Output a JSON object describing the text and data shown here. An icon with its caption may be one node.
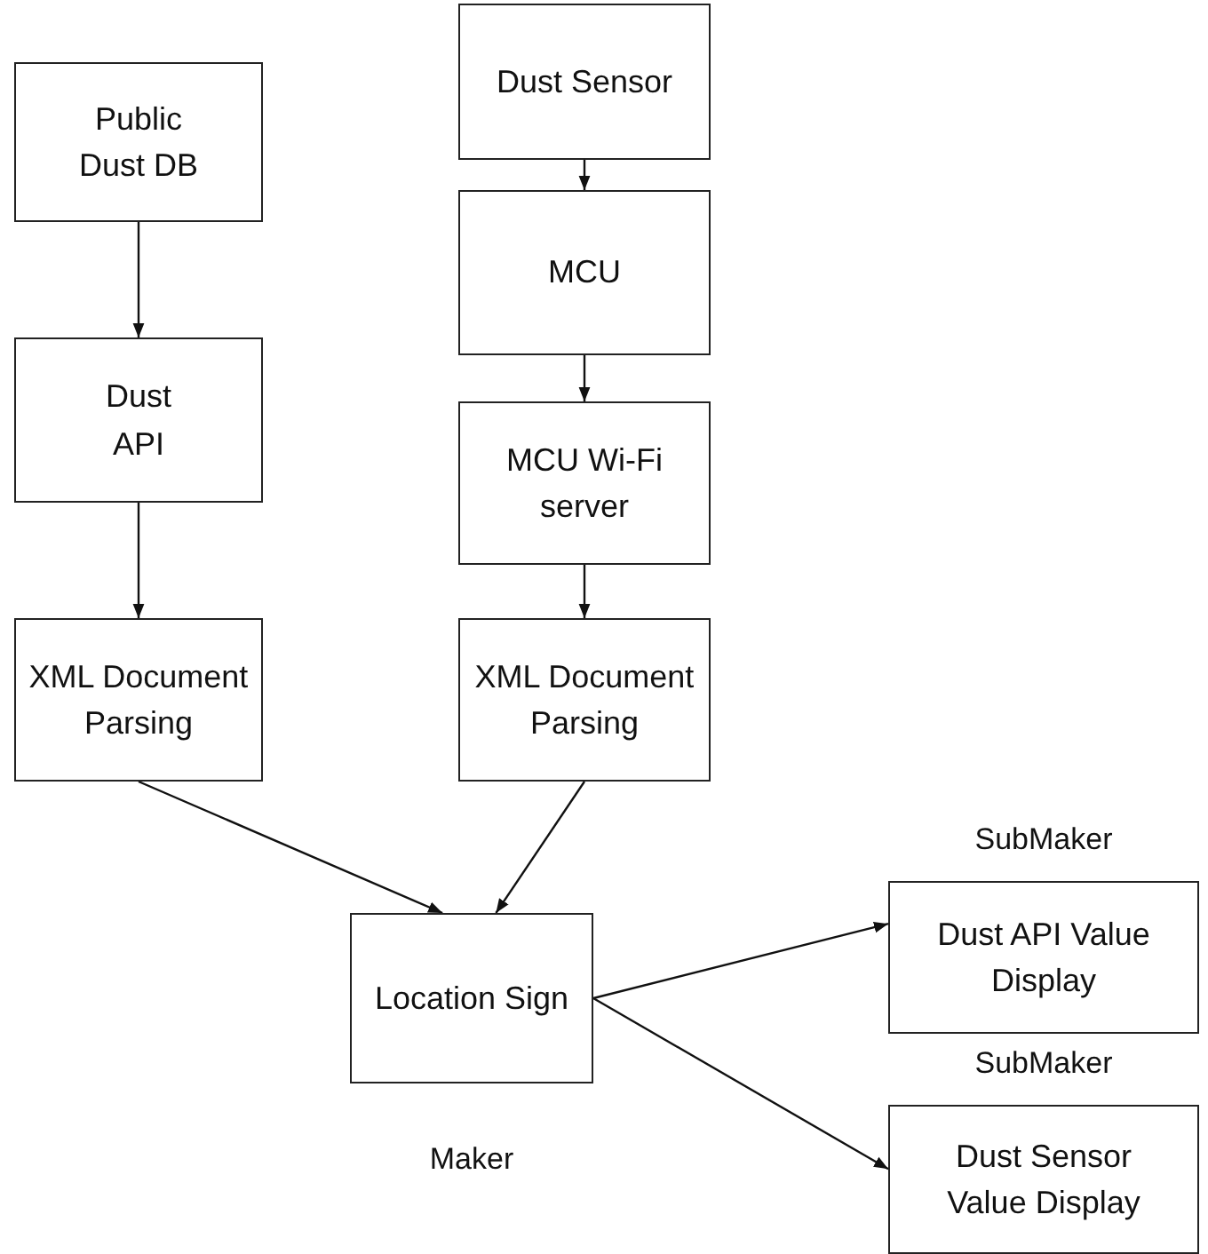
{
  "diagram": {
    "nodes": [
      {
        "text": [
          "Public Dust DB"
        ]
      },
      {
        "text": [
          "Dust API"
        ]
      },
      {
        "text": [
          "XML Document Parsing"
        ]
      },
      {
        "text": [
          "Dust Sensor"
        ]
      },
      {
        "text": [
          "MCU"
        ]
      },
      {
        "text": [
          "MCU Wi-Fi server"
        ]
      },
      {
        "text": [
          "XML Document Parsing"
        ]
      },
      {
        "text": [
          "Location Sign"
        ],
        "beside": [
          "Maker"
        ]
      },
      {
        "text": [
          "Dust API Value Display"
        ],
        "beside": [
          "SubMaker"
        ]
      },
      {
        "text": [
          "Dust Sensor Value Display"
        ],
        "beside": [
          "SubMaker"
        ]
      }
    ],
    "edges": [
      {
        "from": 0,
        "to": 1,
        "arrow": "to"
      },
      {
        "from": 1,
        "to": 2,
        "arrow": "to"
      },
      {
        "from": 3,
        "to": 4,
        "arrow": "to"
      },
      {
        "from": 4,
        "to": 5,
        "arrow": "to"
      },
      {
        "from": 5,
        "to": 6,
        "arrow": "to"
      },
      {
        "from": 2,
        "to": 7,
        "arrow": "to"
      },
      {
        "from": 6,
        "to": 7,
        "arrow": "to"
      },
      {
        "from": 7,
        "to": 8,
        "arrow": "to"
      },
      {
        "from": 7,
        "to": 9,
        "arrow": "to"
      }
    ]
  }
}
